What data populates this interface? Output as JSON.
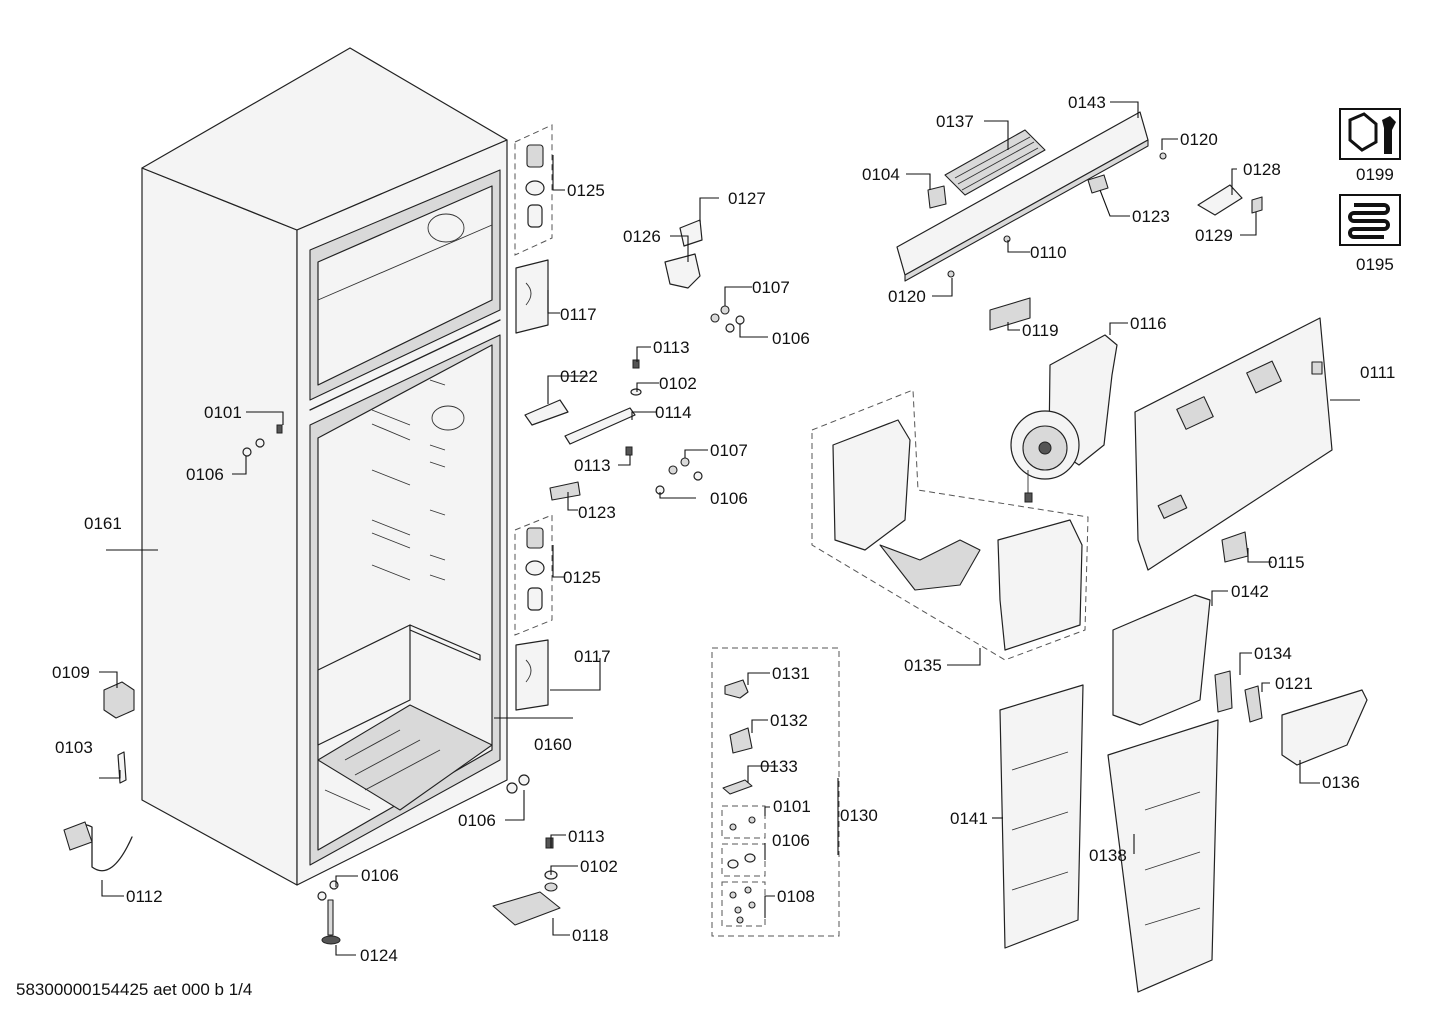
{
  "footer_text": "58300000154425 aet 000 b 1/4",
  "icons": [
    {
      "name": "service-tools-icon",
      "label": "0199"
    },
    {
      "name": "heating-coil-icon",
      "label": "0195"
    }
  ],
  "parts": [
    "0143",
    "0137",
    "0120",
    "0104",
    "0128",
    "0123",
    "0129",
    "0110",
    "0120",
    "0125",
    "0127",
    "0126",
    "0107",
    "0117",
    "0106",
    "0119",
    "0116",
    "0113",
    "0102",
    "0111",
    "0122",
    "0101",
    "0114",
    "0107",
    "0106",
    "0113",
    "0106",
    "0123",
    "0115",
    "0161",
    "0125",
    "0135",
    "0117",
    "0142",
    "0131",
    "0134",
    "0109",
    "0121",
    "0132",
    "0160",
    "0103",
    "0133",
    "0136",
    "0101",
    "0130",
    "0141",
    "0106",
    "0106",
    "0138",
    "0106",
    "0113",
    "0102",
    "0108",
    "0112",
    "0118",
    "0124"
  ]
}
